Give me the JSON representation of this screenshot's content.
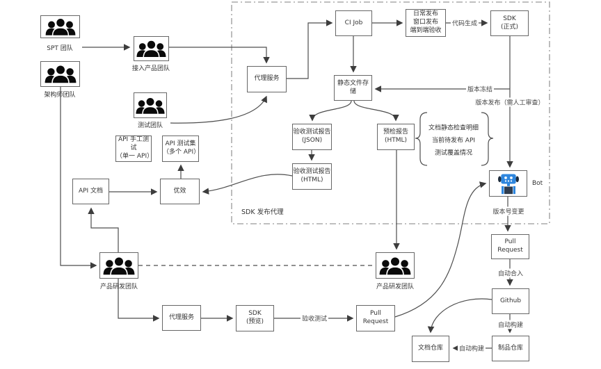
{
  "diagram": {
    "container": {
      "label": "SDK 发布代理"
    },
    "teams": {
      "spt": "SPT 团队",
      "architect": "架构师团队",
      "access_product": "接入产品团队",
      "test": "测试团队",
      "product_dev_left": "产品研发团队",
      "product_dev_right": "产品研发团队"
    },
    "nodes": {
      "ci_job": "CI Job",
      "daily_release": "日常发布\n窗口发布\n端到端验收",
      "sdk_official": "SDK\n(正式)",
      "proxy_service_top": "代理服务",
      "static_file_storage": "静态文件存储",
      "acceptance_report_json": "验收测试报告\n(JSON)",
      "precheck_report_html": "预检报告\n(HTML)",
      "acceptance_report_html": "验收测试报告\n(HTML)",
      "api_manual_test": "API 手工测试\n（单一 API）",
      "api_test_suite": "API 测试集\n（多个 API）",
      "api_doc": "API 文档",
      "youxiao": "优效",
      "bot_label": "Bot",
      "pull_request_release": "Pull Request",
      "github": "Github",
      "artifact_repo": "制品仓库",
      "doc_repo": "文档仓库",
      "proxy_service_bottom": "代理服务",
      "sdk_preview": "SDK\n(预览)",
      "pull_request_acceptance": "Pull Request"
    },
    "edge_labels": {
      "code_generation": "代码生成",
      "version_freeze": "版本冻结",
      "version_release": "版本发布（需人工审查）",
      "version_bump": "版本号变更",
      "auto_merge": "自动合入",
      "auto_build_artifact": "自动构建",
      "auto_build_doc": "自动构建",
      "acceptance_test": "验收测试"
    },
    "annotation": {
      "line1": "文档静态检查明细",
      "line2": "当前待发布 API",
      "line3": "测试覆盖情况"
    },
    "colors": {
      "bot_blue": "#2e86de",
      "bot_dark": "#2f3c4e",
      "line": "#4d4d4d",
      "border": "#666666",
      "container_border": "#999999"
    }
  }
}
